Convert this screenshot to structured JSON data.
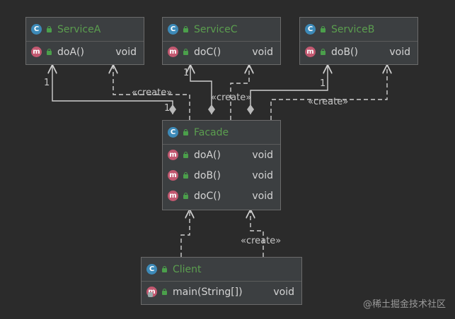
{
  "classes": {
    "service_a": {
      "name": "ServiceA",
      "method": "doA()",
      "return": "void"
    },
    "service_c": {
      "name": "ServiceC",
      "method": "doC()",
      "return": "void"
    },
    "service_b": {
      "name": "ServiceB",
      "method": "doB()",
      "return": "void"
    },
    "facade": {
      "name": "Facade",
      "methods": [
        {
          "name": "doA()",
          "return": "void"
        },
        {
          "name": "doB()",
          "return": "void"
        },
        {
          "name": "doC()",
          "return": "void"
        }
      ]
    },
    "client": {
      "name": "Client",
      "method": "main(String[])",
      "return": "void"
    }
  },
  "icons": {
    "class_badge": "C",
    "method_badge": "m"
  },
  "labels": {
    "create_a": "«create»",
    "create_c": "«create»",
    "create_b": "«create»",
    "create_client": "«create»",
    "mult_a_top": "1",
    "mult_a_bottom": "1",
    "mult_c_top": "1",
    "mult_b_top": "1"
  },
  "watermark": "@稀土掘金技术社区",
  "colors": {
    "background": "#2b2b2b",
    "box": "#3c3f41",
    "class_name": "#5b9e4f",
    "class_badge": "#3d8ab8",
    "method_badge": "#c25870",
    "visibility": "#4b9f4b"
  }
}
